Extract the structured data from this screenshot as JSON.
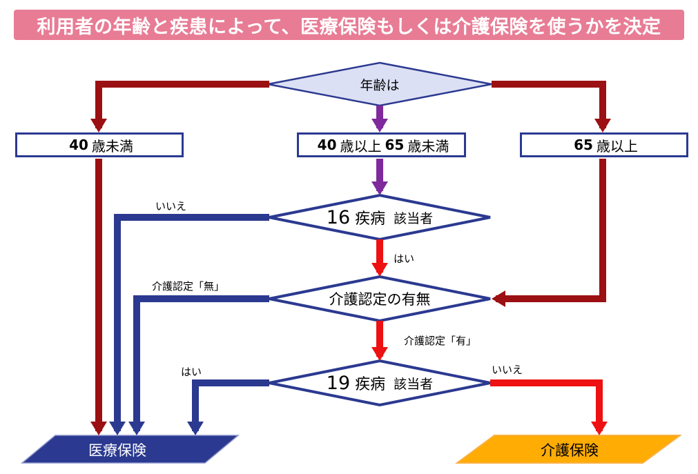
{
  "title": "利用者の年齢と疾患によって、医療保険もしくは介護保険を使うかを決定",
  "nodes": {
    "age": {
      "label": "年齢は"
    },
    "under40": {
      "num": "40",
      "label": "歳未満"
    },
    "mid": {
      "num1": "40",
      "label1": "歳以上",
      "num2": "65",
      "label2": "歳未満"
    },
    "over65": {
      "num": "65",
      "label": "歳以上"
    },
    "disease16": {
      "num": "16",
      "label1": "疾病",
      "label2": "該当者"
    },
    "certification": {
      "label": "介護認定の有無"
    },
    "disease19": {
      "num": "19",
      "label1": "疾病",
      "label2": "該当者"
    },
    "medical": {
      "label": "医療保険"
    },
    "care": {
      "label": "介護保険"
    }
  },
  "edge_labels": {
    "disease16_no": "いいえ",
    "disease16_yes": "はい",
    "certification_no": "介護認定「無」",
    "certification_yes": "介護認定「有」",
    "disease19_yes": "はい",
    "disease19_no": "いいえ"
  },
  "colors": {
    "title_bg": "#E87C95",
    "title_text": "#FFFFFF",
    "dark_red": "#9B1013",
    "purple": "#7E2A9C",
    "red": "#EE1111",
    "blue": "#2B3990",
    "age_diamond_fill": "#DCE0F4",
    "diamond_fill": "#FFFFFF",
    "medical_fill": "#2B3990",
    "medical_edge": "#8C95CC",
    "care_fill": "#FFAC05",
    "care_border": "#FBB040"
  }
}
